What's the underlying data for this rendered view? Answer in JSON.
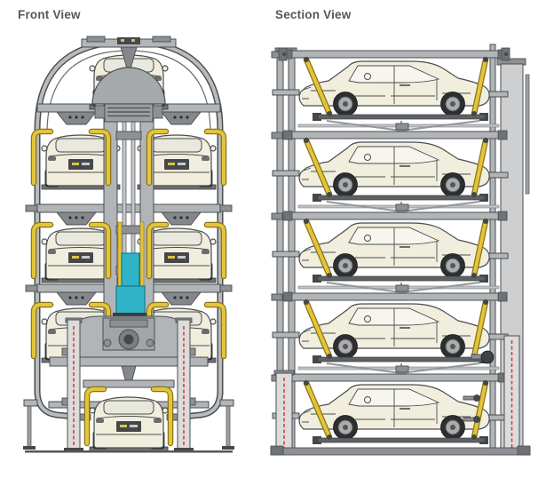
{
  "front_view": {
    "label": "Front View",
    "system": "vertical rotary car parking",
    "car_positions": 8,
    "side_rows_per_column": 3,
    "top_cars": 1,
    "ground_cars": 1
  },
  "section_view": {
    "label": "Section View",
    "levels": 5,
    "cars_per_level": 1
  },
  "colors": {
    "background": "#ffffff",
    "title": "#55565b",
    "outline": "#4b4d50",
    "gray": "#b2b5b7",
    "gray-d": "#8e9194",
    "gray-l": "#cdcfd1",
    "cream": "#f1eedd",
    "glass": "#f6f5ee",
    "yellow": "#e3c43b",
    "yellow-d": "#8a7414",
    "cyan": "#2fb3c7",
    "red": "#e23b3b",
    "dark": "#45474a",
    "tire": "#2d2e30",
    "post": "#dbdddd"
  }
}
